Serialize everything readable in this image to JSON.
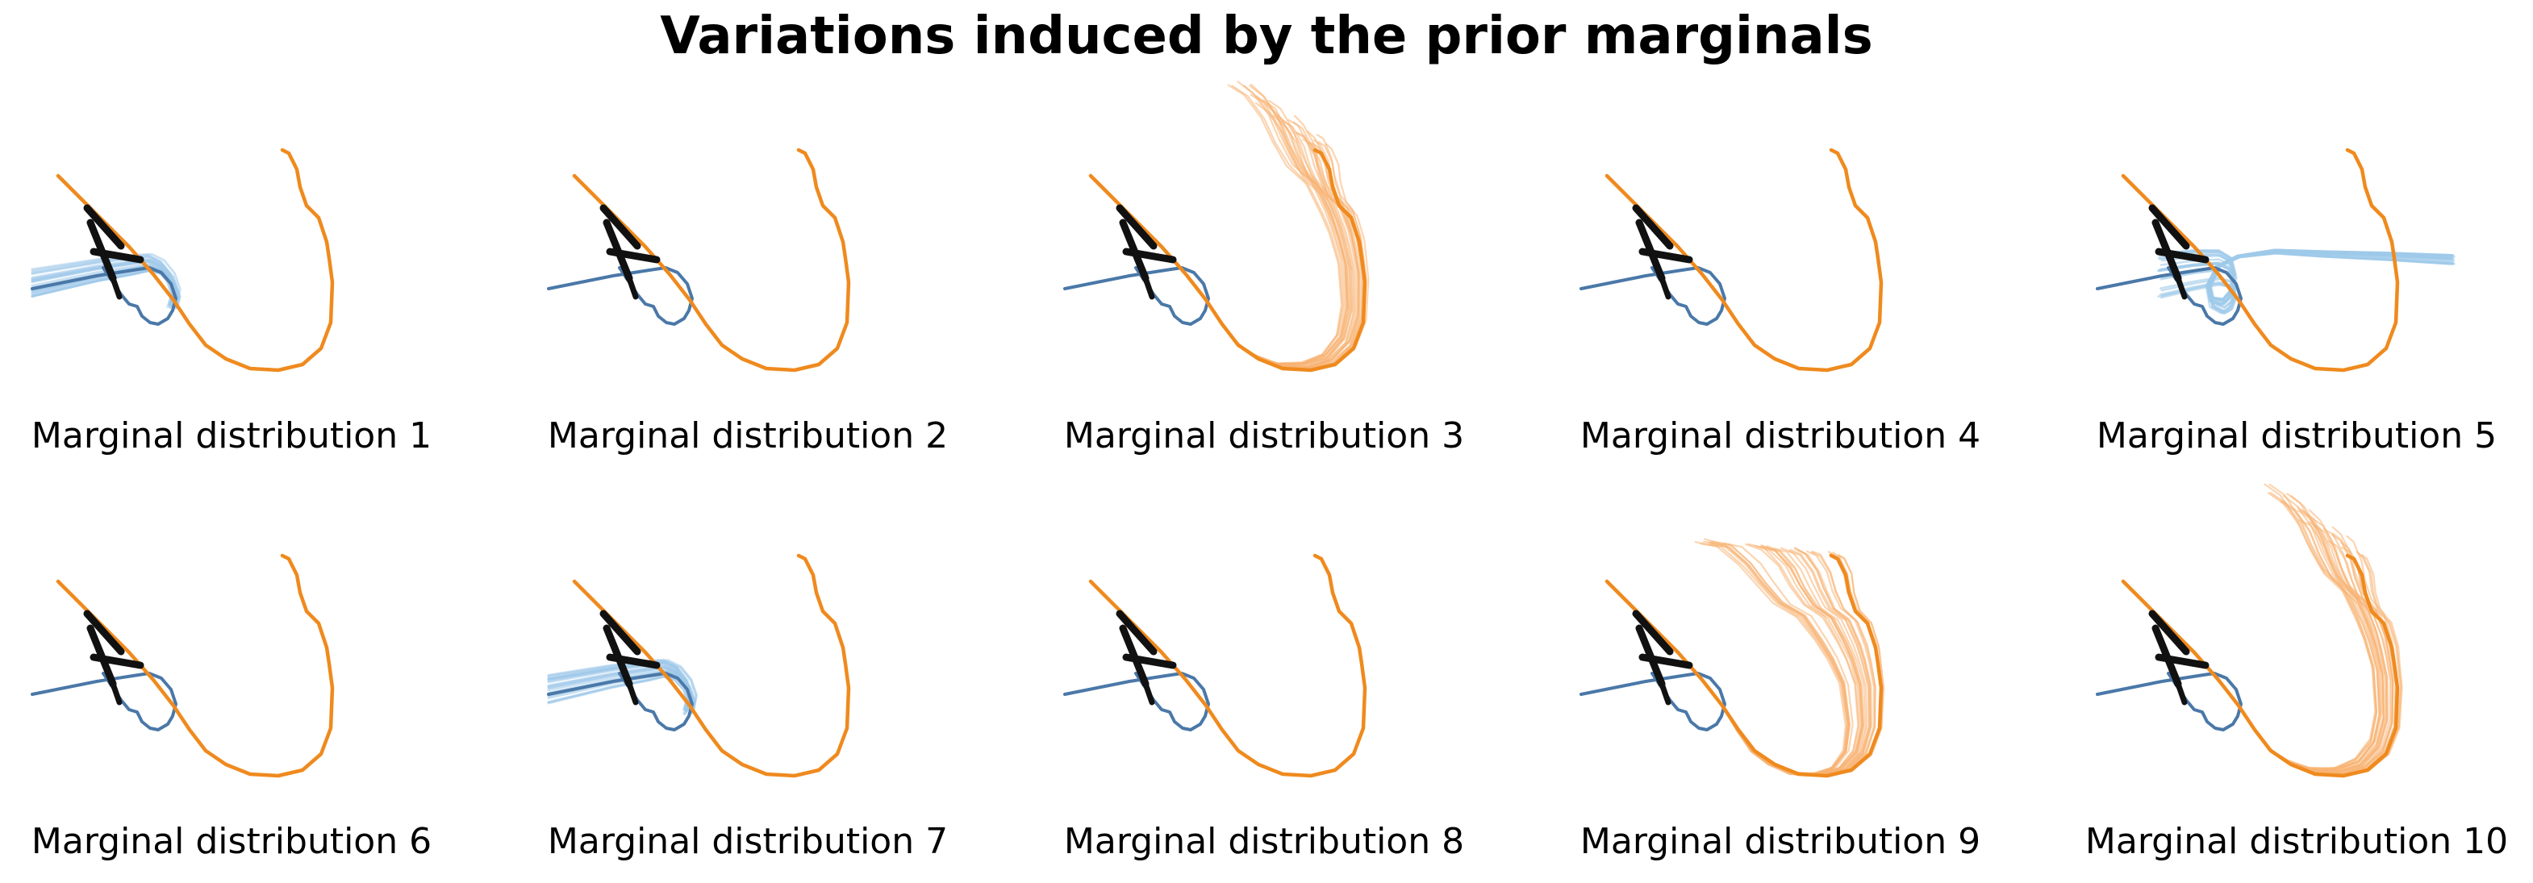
{
  "title": "Variations induced by the prior marginals",
  "colors": {
    "reference_blue": "#4a78a8",
    "sample_blue": "#9ec9ea",
    "reference_orange": "#ef8a1e",
    "sample_orange": "#f7b372",
    "marker_black": "#111111"
  },
  "panels": [
    {
      "caption": "Marginal distribution 1",
      "variation": "blue-curve-hook"
    },
    {
      "caption": "Marginal distribution 2",
      "variation": "none"
    },
    {
      "caption": "Marginal distribution 3",
      "variation": "orange-curve-spread-upper"
    },
    {
      "caption": "Marginal distribution 4",
      "variation": "none"
    },
    {
      "caption": "Marginal distribution 5",
      "variation": "blue-curve-extended-right"
    },
    {
      "caption": "Marginal distribution 6",
      "variation": "none"
    },
    {
      "caption": "Marginal distribution 7",
      "variation": "blue-curve-hook"
    },
    {
      "caption": "Marginal distribution 8",
      "variation": "none"
    },
    {
      "caption": "Marginal distribution 9",
      "variation": "orange-curve-spread-wide"
    },
    {
      "caption": "Marginal distribution 10",
      "variation": "orange-curve-spread-upper"
    }
  ]
}
